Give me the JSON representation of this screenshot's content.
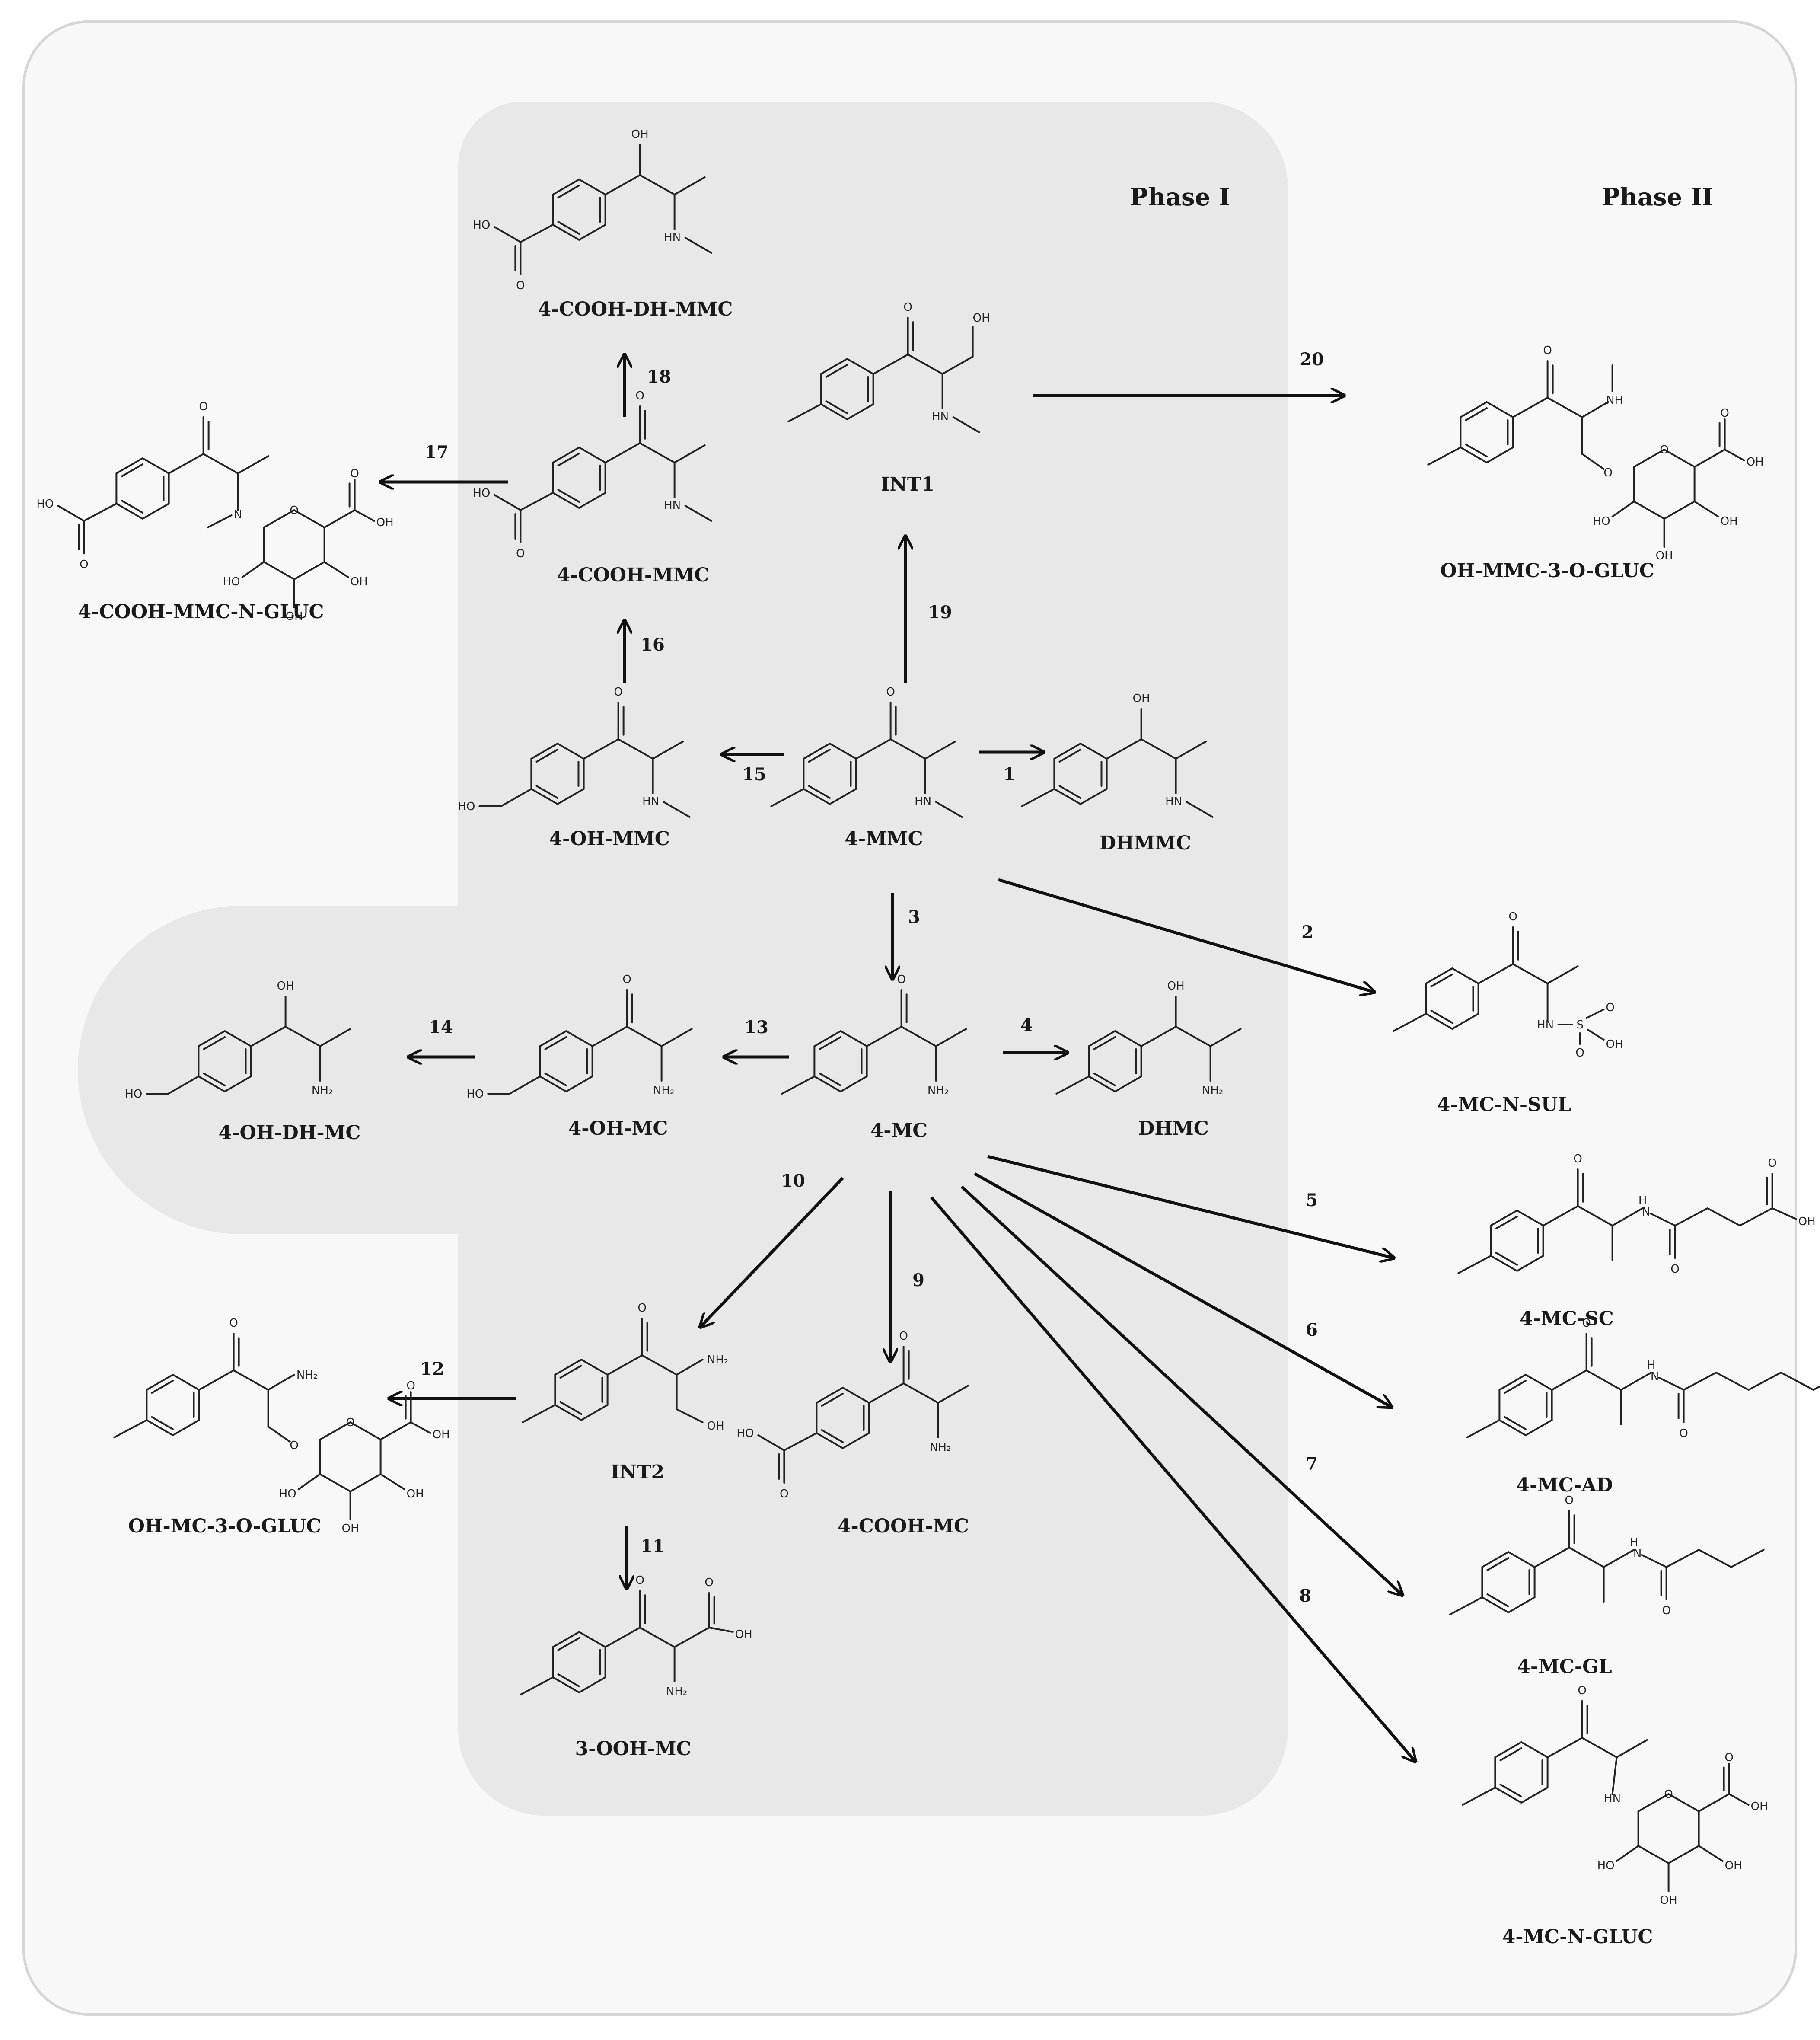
{
  "phases": {
    "phase1": "Phase I",
    "phase2": "Phase II"
  },
  "compounds": [
    {
      "id": "mmc4",
      "name": "4-MMC",
      "tpl": "mmc",
      "sub": "NHMe",
      "coohC": false
    },
    {
      "id": "dhmmc",
      "name": "DHMMC",
      "tpl": "dh",
      "sub": "NHMe"
    },
    {
      "id": "ohmmc",
      "name": "4-OH-MMC",
      "tpl": "ohmmc",
      "sub": "NHMe"
    },
    {
      "id": "coohmmc",
      "name": "4-COOH-MMC",
      "tpl": "cooh",
      "sub": "NHMe"
    },
    {
      "id": "coohdhmmc",
      "name": "4-COOH-DH-MMC",
      "tpl": "coohdh",
      "sub": "NHMe"
    },
    {
      "id": "int1",
      "name": "INT1",
      "tpl": "int1"
    },
    {
      "id": "mc4",
      "name": "4-MC",
      "tpl": "mmc",
      "sub": "NH2"
    },
    {
      "id": "dhmc",
      "name": "DHMC",
      "tpl": "dh",
      "sub": "NH2"
    },
    {
      "id": "ohmc",
      "name": "4-OH-MC",
      "tpl": "ohmmc",
      "sub": "NH2"
    },
    {
      "id": "ohdhmc",
      "name": "4-OH-DH-MC",
      "tpl": "ohdh",
      "sub": "NH2"
    },
    {
      "id": "int2",
      "name": "INT2",
      "tpl": "int2"
    },
    {
      "id": "coohmc",
      "name": "4-COOH-MC",
      "tpl": "cooh",
      "sub": "NH2"
    },
    {
      "id": "ooh3mc",
      "name": "3-OOH-MC",
      "tpl": "ooh3"
    },
    {
      "id": "coohmmcngluc",
      "name": "4-COOH-MMC-N-GLUC",
      "tpl": "ngluc_cooh"
    },
    {
      "id": "ohmc3ogluc",
      "name": "OH-MC-3-O-GLUC",
      "tpl": "ogluc",
      "sub": "NH2"
    },
    {
      "id": "ohmmc3ogluc",
      "name": "OH-MMC-3-O-GLUC",
      "tpl": "ogluc",
      "sub": "NHMe"
    },
    {
      "id": "mcnsul",
      "name": "4-MC-N-SUL",
      "tpl": "sul"
    },
    {
      "id": "mcsc",
      "name": "4-MC-SC",
      "tpl": "amide",
      "chain": 2,
      "acid": true
    },
    {
      "id": "mcad",
      "name": "4-MC-AD",
      "tpl": "amide",
      "chain": 4,
      "acid": true
    },
    {
      "id": "mcgl",
      "name": "4-MC-GL",
      "tpl": "amide",
      "chain": 3,
      "acid": false
    },
    {
      "id": "mcngluc",
      "name": "4-MC-N-GLUC",
      "tpl": "ngluc"
    }
  ],
  "reactions": [
    {
      "label": "1",
      "from": "mmc4",
      "to": "dhmmc"
    },
    {
      "label": "2",
      "from": "mmc4",
      "to": "mcnsul"
    },
    {
      "label": "3",
      "from": "mmc4",
      "to": "mc4"
    },
    {
      "label": "4",
      "from": "mc4",
      "to": "dhmc"
    },
    {
      "label": "5",
      "from": "mc4",
      "to": "mcsc"
    },
    {
      "label": "6",
      "from": "mc4",
      "to": "mcad"
    },
    {
      "label": "7",
      "from": "mc4",
      "to": "mcgl"
    },
    {
      "label": "8",
      "from": "mc4",
      "to": "mcngluc"
    },
    {
      "label": "9",
      "from": "mc4",
      "to": "coohmc"
    },
    {
      "label": "10",
      "from": "mc4",
      "to": "int2"
    },
    {
      "label": "11",
      "from": "int2",
      "to": "ooh3mc"
    },
    {
      "label": "12",
      "from": "int2",
      "to": "ohmc3ogluc"
    },
    {
      "label": "13",
      "from": "mc4",
      "to": "ohmc"
    },
    {
      "label": "14",
      "from": "ohmc",
      "to": "ohdhmc"
    },
    {
      "label": "15",
      "from": "mmc4",
      "to": "ohmmc"
    },
    {
      "label": "16",
      "from": "ohmmc",
      "to": "coohmmc"
    },
    {
      "label": "17",
      "from": "coohmmc",
      "to": "coohmmcngluc"
    },
    {
      "label": "18",
      "from": "coohmmc",
      "to": "coohdhmmc"
    },
    {
      "label": "19",
      "from": "mmc4",
      "to": "int1"
    },
    {
      "label": "20",
      "from": "int1",
      "to": "ohmmc3ogluc"
    }
  ]
}
